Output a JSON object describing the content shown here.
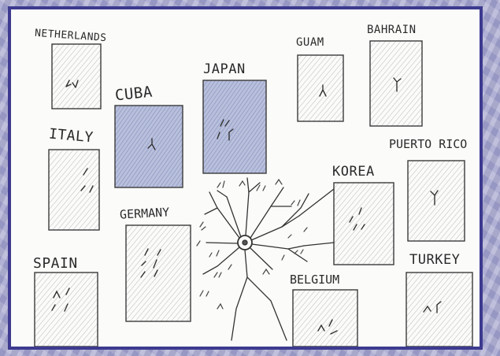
{
  "countries": [
    {
      "name": "NETHERLANDS"
    },
    {
      "name": "GUAM"
    },
    {
      "name": "BAHRAIN"
    },
    {
      "name": "JAPAN"
    },
    {
      "name": "CUBA"
    },
    {
      "name": "ITALY"
    },
    {
      "name": "PUERTO RICO"
    },
    {
      "name": "KOREA"
    },
    {
      "name": "GERMANY"
    },
    {
      "name": "SPAIN"
    },
    {
      "name": "TURKEY"
    },
    {
      "name": "BELGIUM"
    }
  ],
  "colors": {
    "frame": "#3d3a8f",
    "pencil": "#3a3a3a",
    "shade_blue": "#6f7fb0",
    "paper": "#fbfbfa"
  }
}
